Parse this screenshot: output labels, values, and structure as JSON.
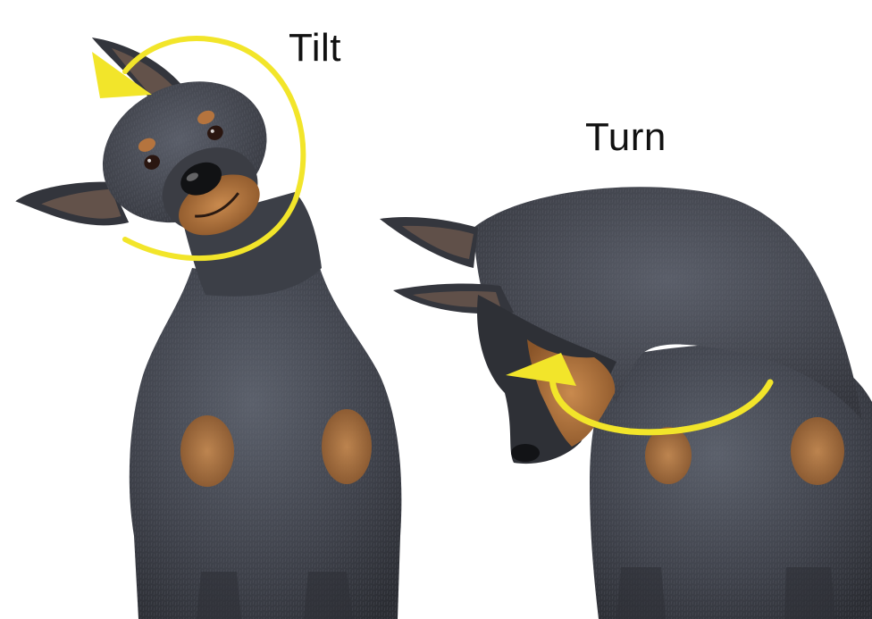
{
  "labels": {
    "tilt": "Tilt",
    "turn": "Turn"
  },
  "colors": {
    "background": "#ffffff",
    "arrow": "#f2e52a",
    "fur_dark": "#3a3d45",
    "fur_mid": "#50545e",
    "tan_markings": "#b5743e",
    "label_text": "#111111"
  },
  "figures": [
    {
      "name": "tilting-dog",
      "arrow_direction": "counterclockwise",
      "label_key": "tilt"
    },
    {
      "name": "turning-dog",
      "arrow_direction": "leftward-curve",
      "label_key": "turn"
    }
  ]
}
